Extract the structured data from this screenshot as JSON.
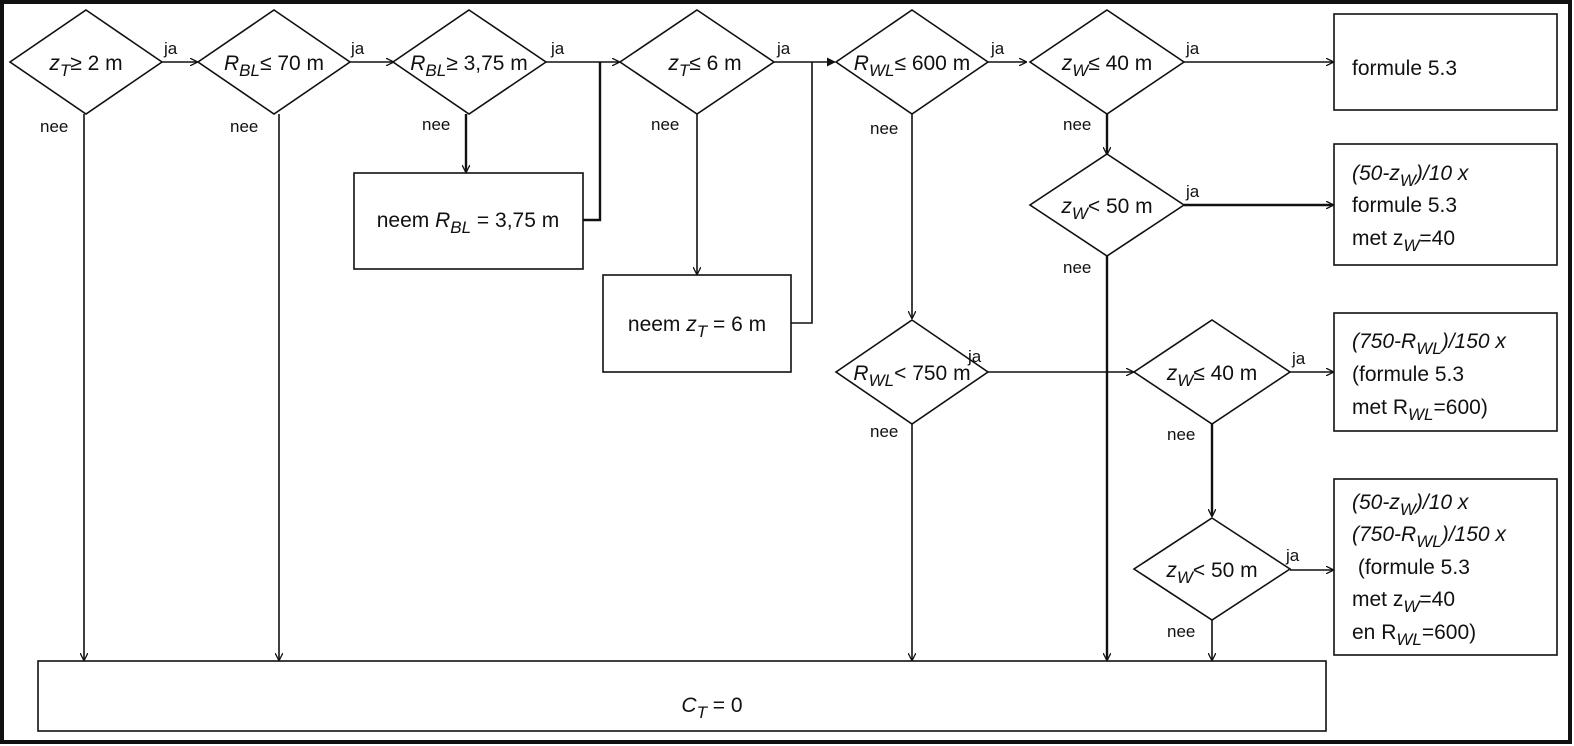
{
  "decisions": {
    "d_zt_ge_2": {
      "sym": "z",
      "sub": "T",
      "rest": "≥ 2 m"
    },
    "d_rbl_le_70": {
      "sym": "R",
      "sub": "BL",
      "rest": "≤ 70 m"
    },
    "d_rbl_ge_375": {
      "sym": "R",
      "sub": "BL",
      "rest": "≥ 3,75 m"
    },
    "d_zt_le_6": {
      "sym": "z",
      "sub": "T",
      "rest": "≤ 6 m"
    },
    "d_rwl_le_600": {
      "sym": "R",
      "sub": "WL",
      "rest": "≤ 600 m"
    },
    "d_zw_le_40_top": {
      "sym": "z",
      "sub": "W",
      "rest": "≤ 40 m"
    },
    "d_zw_lt_50_top": {
      "sym": "z",
      "sub": "W",
      "rest": "< 50 m"
    },
    "d_rwl_lt_750": {
      "sym": "R",
      "sub": "WL",
      "rest": "< 750 m"
    },
    "d_zw_le_40_mid": {
      "sym": "z",
      "sub": "W",
      "rest": "≤ 40 m"
    },
    "d_zw_lt_50_bot": {
      "sym": "z",
      "sub": "W",
      "rest": "< 50 m"
    }
  },
  "actions": {
    "neem_rbl": {
      "prefix": "neem ",
      "sym": "R",
      "sub": "BL",
      "rest": " = 3,75 m"
    },
    "neem_zt": {
      "prefix": "neem ",
      "sym": "z",
      "sub": "T",
      "rest": " = 6 m"
    }
  },
  "outcomes": {
    "o1": {
      "line1": "formule 5.3"
    },
    "o2": {
      "l1_a": "(50-z",
      "l1_sub": "W",
      "l1_b": ")/10 x",
      "l2": "formule 5.3",
      "l3_a": "met z",
      "l3_sub": "W",
      "l3_b": "=40"
    },
    "o3": {
      "l1_a": "(750-R",
      "l1_sub": "WL",
      "l1_b": ")/150 x",
      "l2": "(formule 5.3",
      "l3_a": "met R",
      "l3_sub": "WL",
      "l3_b": "=600)"
    },
    "o4": {
      "l1_a": "(50-z",
      "l1_sub": "W",
      "l1_b": ")/10 x",
      "l2_a": "(750-R",
      "l2_sub": "WL",
      "l2_b": ")/150 x",
      "l3": " (formule 5.3",
      "l4_a": "met z",
      "l4_sub": "W",
      "l4_b": "=40",
      "l5_a": "en R",
      "l5_sub": "WL",
      "l5_b": "=600)"
    }
  },
  "result": {
    "sym": "C",
    "sub": "T",
    "rest": " = 0"
  },
  "edge_labels": {
    "yes": "ja",
    "no": "nee"
  }
}
